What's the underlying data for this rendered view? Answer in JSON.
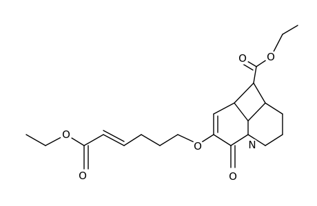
{
  "structure": {
    "atoms": {
      "n1": {
        "symbol": "N"
      },
      "o_ether": {
        "symbol": "O"
      },
      "o_lactam": {
        "symbol": "O"
      },
      "o_ester1_carbonyl": {
        "symbol": "O"
      },
      "o_ester1_single": {
        "symbol": "O"
      },
      "o_ester2_carbonyl": {
        "symbol": "O"
      },
      "o_ester2_single": {
        "symbol": "O"
      }
    }
  }
}
